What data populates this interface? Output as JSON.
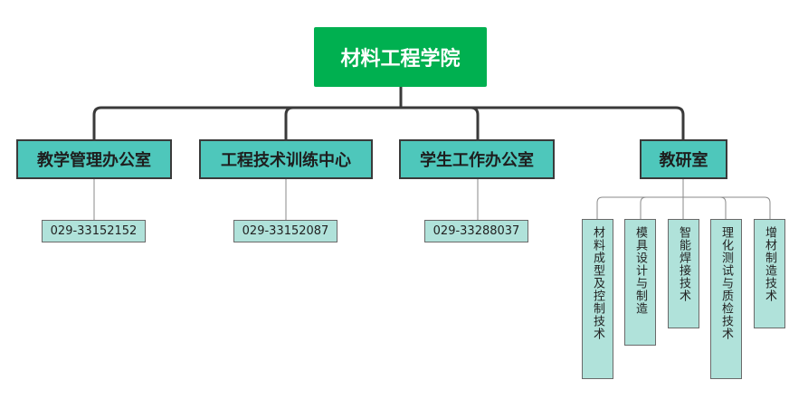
{
  "root": {
    "title": "材料工程学院"
  },
  "departments": [
    {
      "name": "教学管理办公室",
      "phone": "029-33152152"
    },
    {
      "name": "工程技术训练中心",
      "phone": "029-33152087"
    },
    {
      "name": "学生工作办公室",
      "phone": "029-33288037"
    },
    {
      "name": "教研室"
    }
  ],
  "sections": [
    "材料成型及控制技术",
    "模具设计与制造",
    "智能焊接技术",
    "理化测试与质检技术",
    "增材制造技术"
  ],
  "colors": {
    "root_fill": "#00b050",
    "dept_fill": "#4ec7bb",
    "leaf_fill": "#b0e2da",
    "connector": "#3a3a3a"
  }
}
